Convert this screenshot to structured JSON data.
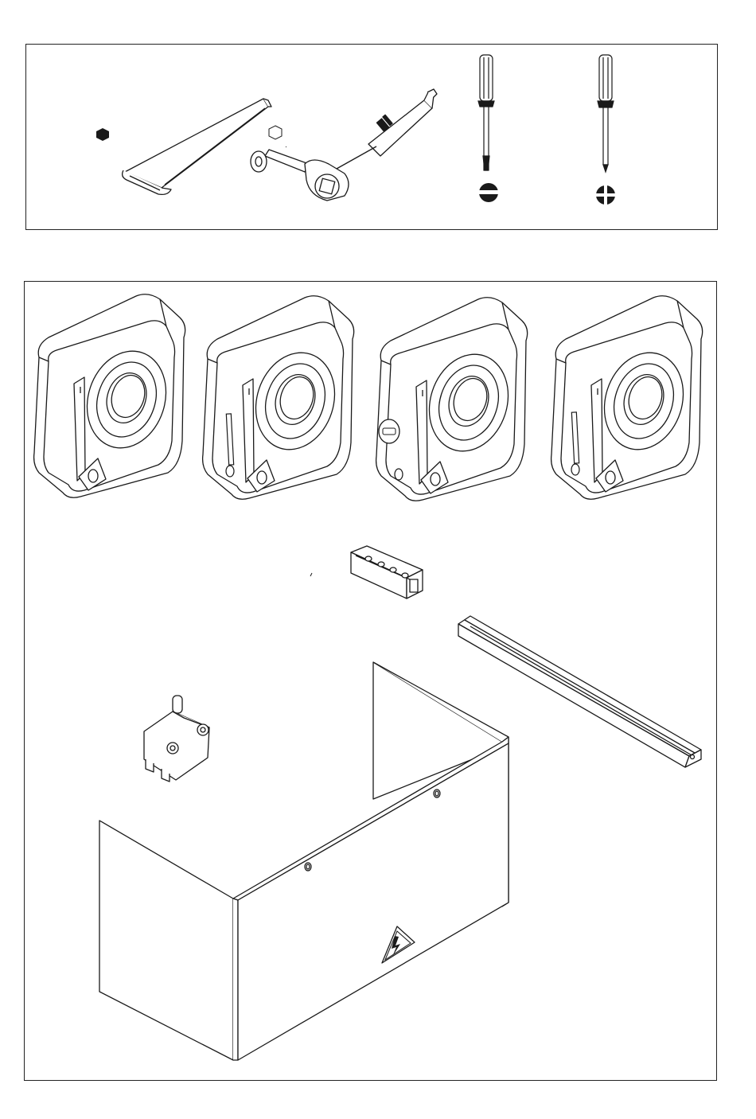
{
  "figure": {
    "tools": [
      "hex-key-icon",
      "hex-key-wrench",
      "hex-socket-icon",
      "ratchet-wrench",
      "flat-screwdriver",
      "flat-slot-icon",
      "phillips-screwdriver",
      "phillips-cross-icon"
    ],
    "parts": [
      "control-box-1",
      "control-box-2",
      "control-box-3",
      "control-box-4",
      "terminal-block",
      "din-rail",
      "micro-switch",
      "cover-plate"
    ]
  },
  "colors": {
    "line": "#1a1a1a",
    "fill": "#ffffff",
    "dark": "#1a1a1a"
  },
  "cover": {
    "warning_symbol": "high-voltage-warning-icon"
  }
}
